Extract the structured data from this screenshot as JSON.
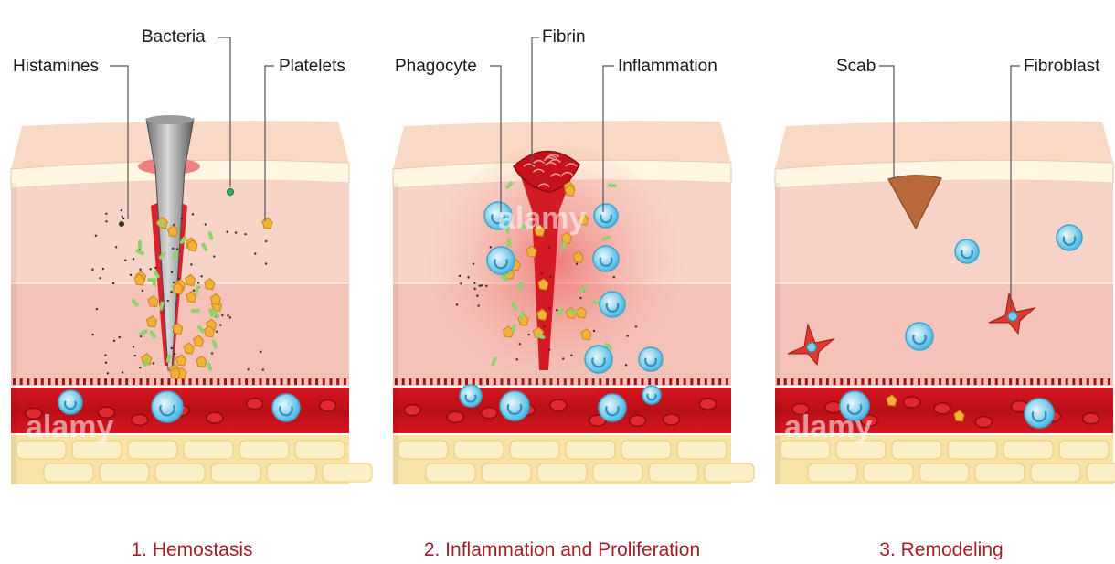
{
  "callouts": {
    "histamines": "Histamines",
    "bacteria": "Bacteria",
    "platelets": "Platelets",
    "phagocyte": "Phagocyte",
    "fibrin": "Fibrin",
    "inflammation": "Inflammation",
    "scab": "Scab",
    "fibroblast": "Fibroblast"
  },
  "captions": {
    "stage1": "1. Hemostasis",
    "stage2": "2. Inflammation and Proliferation",
    "stage3": "3. Remodeling"
  },
  "watermark": "alamy",
  "colors": {
    "caption": "#a3202a",
    "blood": "#c8141e",
    "skin_top": "#f6cdb6",
    "dermis": "#f5c8bd",
    "fat": "#f6e2a2",
    "cell_blue": "#5ec3e6",
    "scab": "#b8683a"
  }
}
